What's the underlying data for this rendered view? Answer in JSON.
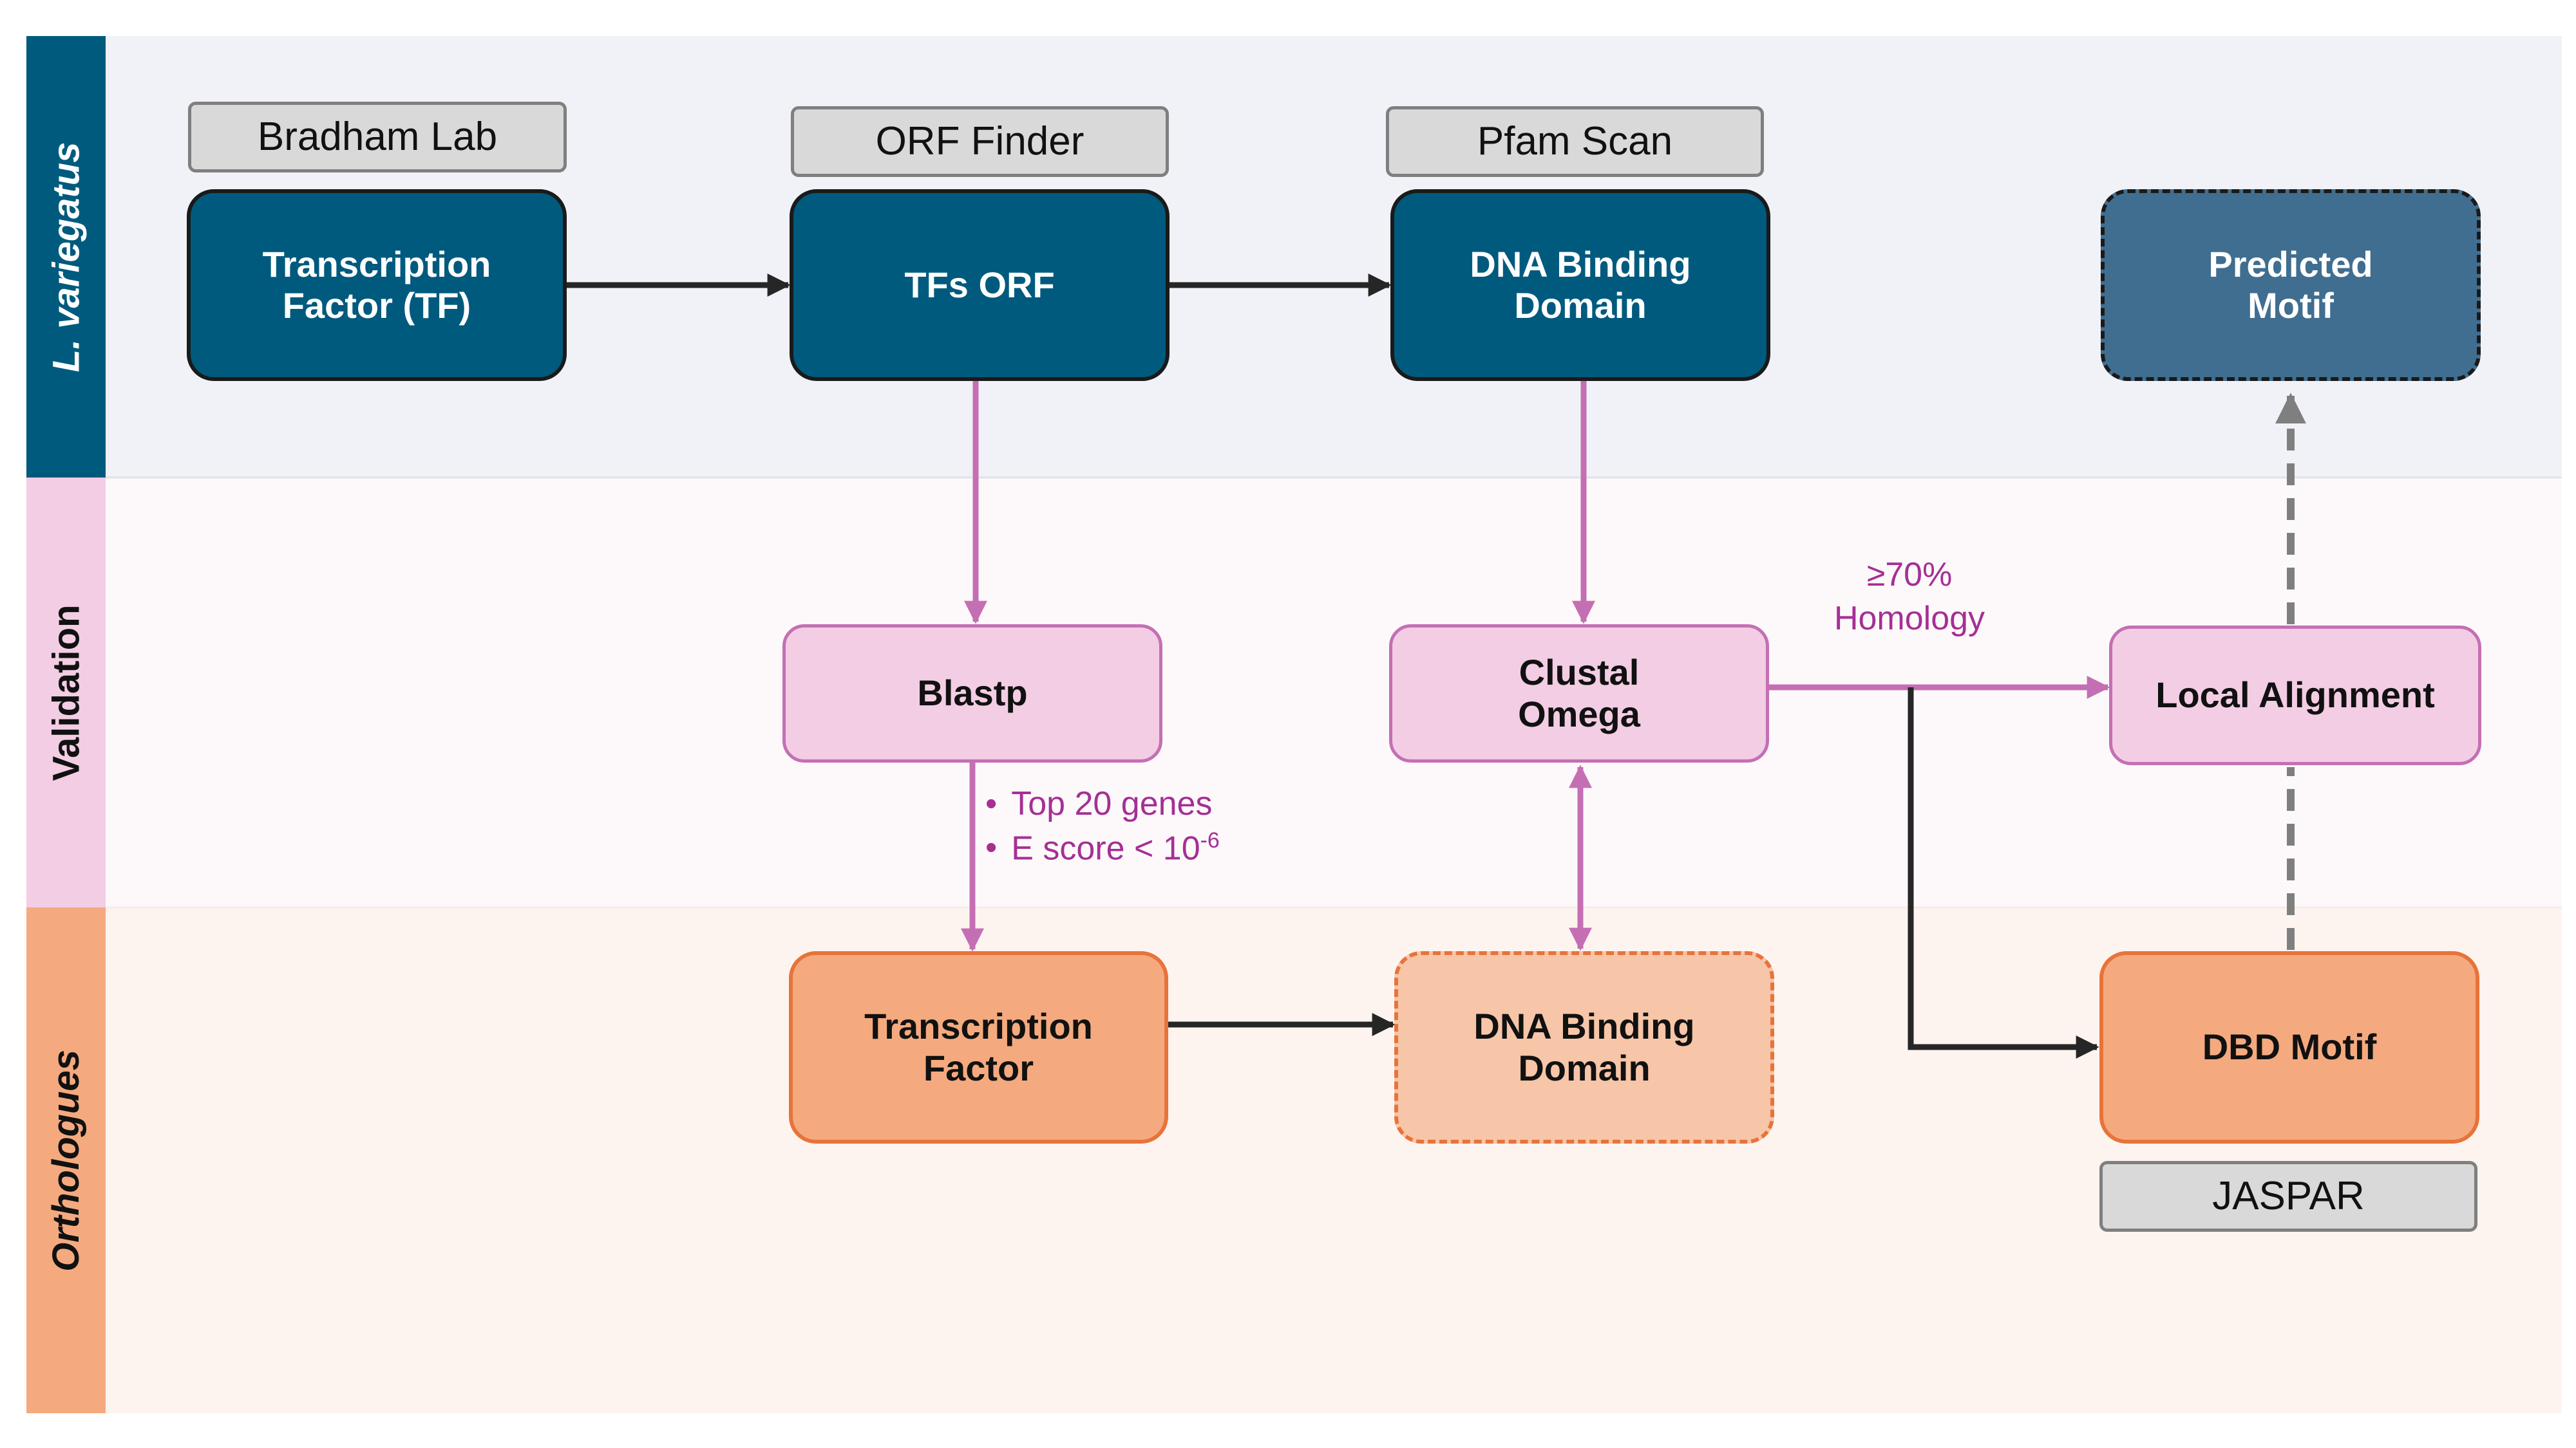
{
  "lanes": [
    {
      "label": "L. variegatus",
      "italic": true,
      "fill": "#f0f2f7",
      "label_fill": "#005a7e",
      "label_color": "#ffffff"
    },
    {
      "label": "Validation",
      "italic": false,
      "fill": "#fdf9fa",
      "label_fill": "#f2cde3",
      "label_color": "#111111"
    },
    {
      "label": "Orthologues",
      "italic": true,
      "fill": "#fdf4ef",
      "label_fill": "#f4aa7e",
      "label_color": "#111111"
    }
  ],
  "tools": {
    "bradham": "Bradham Lab",
    "orf_finder": "ORF Finder",
    "pfam": "Pfam Scan",
    "jaspar": "JASPAR"
  },
  "nodes": {
    "tf": "Transcription\nFactor (TF)",
    "tfs_orf": "TFs ORF",
    "dbd_top": "DNA Binding\nDomain",
    "predicted_motif": "Predicted\nMotif",
    "blastp": "Blastp",
    "clustal": "Clustal\nOmega",
    "local_alignment": "Local Alignment",
    "orth_tf": "Transcription\nFactor",
    "orth_dbd": "DNA Binding\nDomain",
    "dbd_motif": "DBD Motif"
  },
  "annotations": {
    "homology_pct": "≥70%",
    "homology_word": "Homology",
    "bullet_char": "•",
    "top_genes": "Top 20 genes",
    "escore_text": "E score < 10",
    "escore_exp": "-6"
  },
  "colors": {
    "dark_arrow": "#262626",
    "pink_arrow": "#c46fb4",
    "gray_dashed": "#7f7f7f"
  }
}
